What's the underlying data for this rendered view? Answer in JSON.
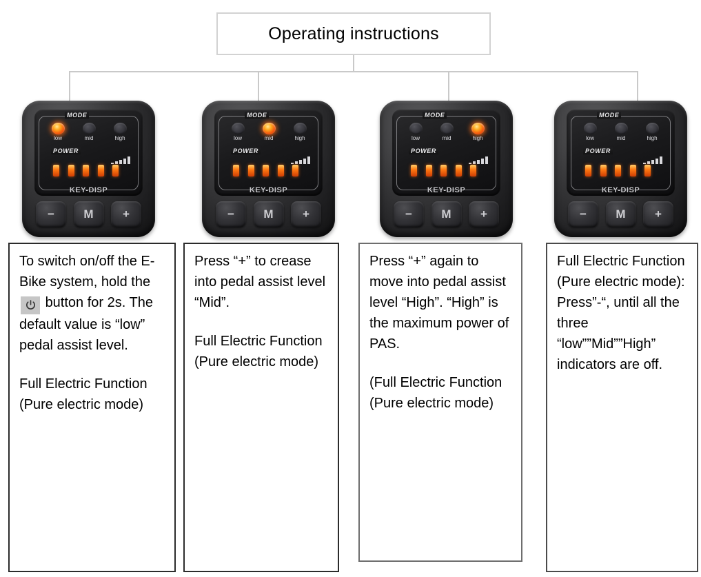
{
  "title": {
    "label": "Operating instructions"
  },
  "devices": [
    {
      "id": "device-low",
      "mode_label": "MODE",
      "power_label": "POWER",
      "brand": "KEY-DISP",
      "leds": [
        {
          "name": "low",
          "label": "low",
          "on": true
        },
        {
          "name": "mid",
          "label": "mid",
          "on": false
        },
        {
          "name": "high",
          "label": "high",
          "on": false
        }
      ],
      "power_bars": 5,
      "buttons": [
        {
          "name": "minus",
          "label": "−"
        },
        {
          "name": "mode",
          "label": "M"
        },
        {
          "name": "plus",
          "label": "+"
        }
      ]
    },
    {
      "id": "device-mid",
      "mode_label": "MODE",
      "power_label": "POWER",
      "brand": "KEY-DISP",
      "leds": [
        {
          "name": "low",
          "label": "low",
          "on": false
        },
        {
          "name": "mid",
          "label": "mid",
          "on": true
        },
        {
          "name": "high",
          "label": "high",
          "on": false
        }
      ],
      "power_bars": 5,
      "buttons": [
        {
          "name": "minus",
          "label": "−"
        },
        {
          "name": "mode",
          "label": "M"
        },
        {
          "name": "plus",
          "label": "+"
        }
      ]
    },
    {
      "id": "device-high",
      "mode_label": "MODE",
      "power_label": "POWER",
      "brand": "KEY-DISP",
      "leds": [
        {
          "name": "low",
          "label": "low",
          "on": false
        },
        {
          "name": "mid",
          "label": "mid",
          "on": false
        },
        {
          "name": "high",
          "label": "high",
          "on": true
        }
      ],
      "power_bars": 5,
      "buttons": [
        {
          "name": "minus",
          "label": "−"
        },
        {
          "name": "mode",
          "label": "M"
        },
        {
          "name": "plus",
          "label": "+"
        }
      ]
    },
    {
      "id": "device-off",
      "mode_label": "MODE",
      "power_label": "POWER",
      "brand": "KEY-DISP",
      "leds": [
        {
          "name": "low",
          "label": "low",
          "on": false
        },
        {
          "name": "mid",
          "label": "mid",
          "on": false
        },
        {
          "name": "high",
          "label": "high",
          "on": false
        }
      ],
      "power_bars": 5,
      "buttons": [
        {
          "name": "minus",
          "label": "−"
        },
        {
          "name": "mode",
          "label": "M"
        },
        {
          "name": "plus",
          "label": "+"
        }
      ]
    }
  ],
  "text_boxes": [
    {
      "id": "step-1",
      "part_a": "To switch on/off the E-Bike system, hold the",
      "icon": "power-icon",
      "part_b": "button for 2s. The default value is “low” pedal assist level.",
      "part_c": "Full Electric Function (Pure electric mode)"
    },
    {
      "id": "step-2",
      "part_a": "Press “+” to crease into pedal assist level “Mid”.",
      "part_b": "Full Electric Function (Pure electric mode)"
    },
    {
      "id": "step-3",
      "part_a": "Press “+” again to move into pedal assist level “High”. “High” is the maximum power of PAS.",
      "part_b": "(Full Electric Function (Pure electric mode)"
    },
    {
      "id": "step-4",
      "part_a": "Full Electric Function (Pure electric mode): Press”-“, until all the three “low””Mid””High” indicators are off."
    }
  ],
  "colors": {
    "led_on": "#ff7a12",
    "power_bar": "#ff7a12",
    "connector_line": "#c9c9c9",
    "box_border": "#2b2b2b",
    "title_border": "#d2d2d2"
  }
}
